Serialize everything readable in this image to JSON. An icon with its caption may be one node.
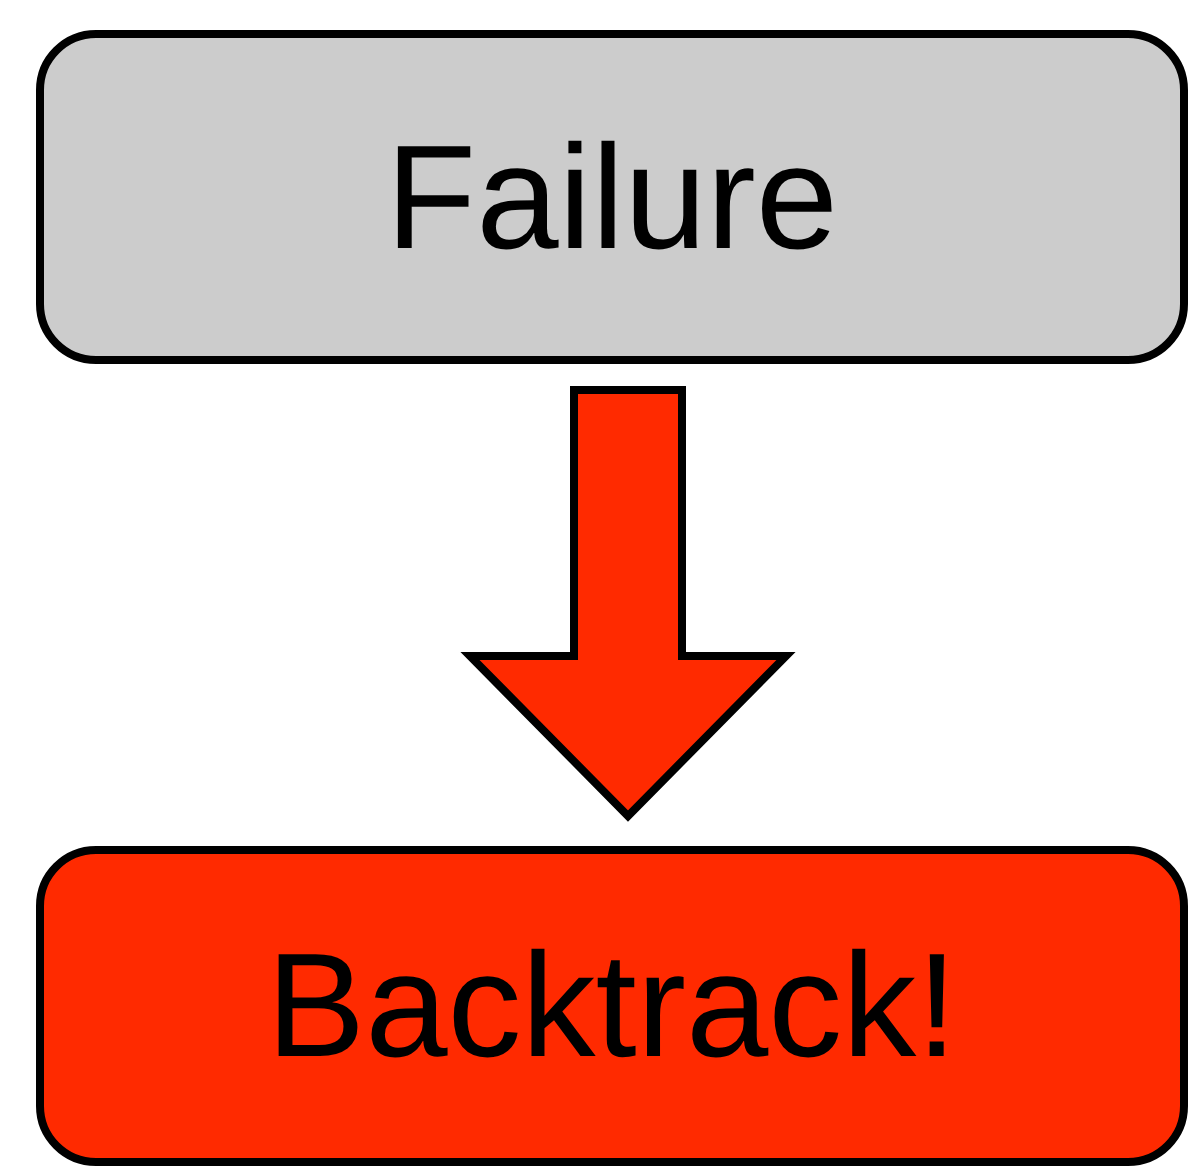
{
  "diagram": {
    "nodes": [
      {
        "text": [
          "Failure"
        ]
      },
      {
        "text": [
          "Backtrack!"
        ]
      }
    ],
    "edges": [
      {
        "from": 0,
        "to": 1,
        "arrow": "to",
        "style": "thick",
        "color": "#ff2a00"
      }
    ]
  }
}
